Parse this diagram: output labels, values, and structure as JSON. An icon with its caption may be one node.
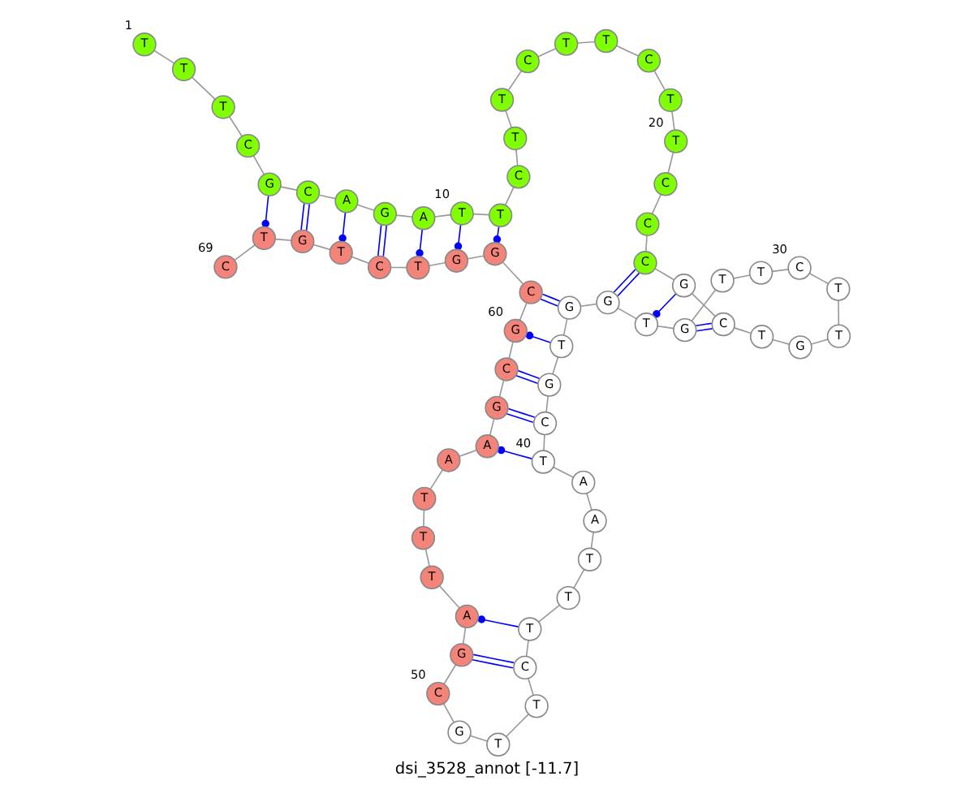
{
  "diagram": {
    "caption": "dsi_3528_annot [-11.7]",
    "nodes": [
      {
        "text": [
          "T"
        ],
        "beside": [
          "1"
        ]
      },
      {
        "text": [
          "T"
        ]
      },
      {
        "text": [
          "T"
        ]
      },
      {
        "text": [
          "C"
        ]
      },
      {
        "text": [
          "G"
        ]
      },
      {
        "text": [
          "C"
        ]
      },
      {
        "text": [
          "A"
        ]
      },
      {
        "text": [
          "G"
        ]
      },
      {
        "text": [
          "A"
        ]
      },
      {
        "text": [
          "T"
        ],
        "beside": [
          "10"
        ]
      },
      {
        "text": [
          "T"
        ]
      },
      {
        "text": [
          "C"
        ]
      },
      {
        "text": [
          "T"
        ]
      },
      {
        "text": [
          "T"
        ]
      },
      {
        "text": [
          "C"
        ]
      },
      {
        "text": [
          "T"
        ]
      },
      {
        "text": [
          "T"
        ]
      },
      {
        "text": [
          "C"
        ]
      },
      {
        "text": [
          "T"
        ]
      },
      {
        "text": [
          "T"
        ],
        "beside": [
          "20"
        ]
      },
      {
        "text": [
          "C"
        ]
      },
      {
        "text": [
          "C"
        ]
      },
      {
        "text": [
          "C"
        ]
      },
      {
        "text": [
          "G"
        ]
      },
      {
        "text": [
          "C"
        ]
      },
      {
        "text": [
          "T"
        ]
      },
      {
        "text": [
          "G"
        ]
      },
      {
        "text": [
          "T"
        ]
      },
      {
        "text": [
          "T"
        ]
      },
      {
        "text": [
          "C"
        ],
        "beside": [
          "30"
        ]
      },
      {
        "text": [
          "T"
        ]
      },
      {
        "text": [
          "T"
        ]
      },
      {
        "text": [
          "G"
        ]
      },
      {
        "text": [
          "T"
        ]
      },
      {
        "text": [
          "G"
        ]
      },
      {
        "text": [
          "G"
        ]
      },
      {
        "text": [
          "T"
        ]
      },
      {
        "text": [
          "G"
        ]
      },
      {
        "text": [
          "C"
        ]
      },
      {
        "text": [
          "T"
        ],
        "beside": [
          "40"
        ]
      },
      {
        "text": [
          "A"
        ]
      },
      {
        "text": [
          "A"
        ]
      },
      {
        "text": [
          "T"
        ]
      },
      {
        "text": [
          "T"
        ]
      },
      {
        "text": [
          "T"
        ]
      },
      {
        "text": [
          "C"
        ]
      },
      {
        "text": [
          "T"
        ]
      },
      {
        "text": [
          "T"
        ]
      },
      {
        "text": [
          "G"
        ]
      },
      {
        "text": [
          "C"
        ],
        "beside": [
          "50"
        ]
      },
      {
        "text": [
          "G"
        ]
      },
      {
        "text": [
          "A"
        ]
      },
      {
        "text": [
          "T"
        ]
      },
      {
        "text": [
          "T"
        ]
      },
      {
        "text": [
          "T"
        ]
      },
      {
        "text": [
          "A"
        ]
      },
      {
        "text": [
          "A"
        ]
      },
      {
        "text": [
          "G"
        ]
      },
      {
        "text": [
          "C"
        ]
      },
      {
        "text": [
          "G"
        ],
        "beside": [
          "60"
        ]
      },
      {
        "text": [
          "C"
        ]
      },
      {
        "text": [
          "G"
        ]
      },
      {
        "text": [
          "G"
        ]
      },
      {
        "text": [
          "T"
        ]
      },
      {
        "text": [
          "C"
        ]
      },
      {
        "text": [
          "T"
        ]
      },
      {
        "text": [
          "G"
        ]
      },
      {
        "text": [
          "T"
        ]
      },
      {
        "text": [
          "C"
        ],
        "beside": [
          "69"
        ]
      }
    ],
    "edges": [
      {
        "from": 0,
        "to": 1,
        "arrow": "none"
      },
      {
        "from": 1,
        "to": 2,
        "arrow": "none"
      },
      {
        "from": 2,
        "to": 3,
        "arrow": "none"
      },
      {
        "from": 3,
        "to": 4,
        "arrow": "none"
      },
      {
        "from": 4,
        "to": 5,
        "arrow": "none"
      },
      {
        "from": 5,
        "to": 6,
        "arrow": "none"
      },
      {
        "from": 6,
        "to": 7,
        "arrow": "none"
      },
      {
        "from": 7,
        "to": 8,
        "arrow": "none"
      },
      {
        "from": 8,
        "to": 9,
        "arrow": "none"
      },
      {
        "from": 9,
        "to": 10,
        "arrow": "none"
      },
      {
        "from": 10,
        "to": 11,
        "arrow": "none"
      },
      {
        "from": 11,
        "to": 12,
        "arrow": "none"
      },
      {
        "from": 12,
        "to": 13,
        "arrow": "none"
      },
      {
        "from": 13,
        "to": 14,
        "arrow": "none"
      },
      {
        "from": 14,
        "to": 15,
        "arrow": "none"
      },
      {
        "from": 15,
        "to": 16,
        "arrow": "none"
      },
      {
        "from": 16,
        "to": 17,
        "arrow": "none"
      },
      {
        "from": 17,
        "to": 18,
        "arrow": "none"
      },
      {
        "from": 18,
        "to": 19,
        "arrow": "none"
      },
      {
        "from": 19,
        "to": 20,
        "arrow": "none"
      },
      {
        "from": 20,
        "to": 21,
        "arrow": "none"
      },
      {
        "from": 21,
        "to": 22,
        "arrow": "none"
      },
      {
        "from": 22,
        "to": 23,
        "arrow": "none"
      },
      {
        "from": 23,
        "to": 24,
        "arrow": "none"
      },
      {
        "from": 24,
        "to": 25,
        "arrow": "none"
      },
      {
        "from": 25,
        "to": 26,
        "arrow": "none"
      },
      {
        "from": 26,
        "to": 27,
        "arrow": "none"
      },
      {
        "from": 27,
        "to": 28,
        "arrow": "none"
      },
      {
        "from": 28,
        "to": 29,
        "arrow": "none"
      },
      {
        "from": 29,
        "to": 30,
        "arrow": "none"
      },
      {
        "from": 30,
        "to": 31,
        "arrow": "none"
      },
      {
        "from": 31,
        "to": 32,
        "arrow": "none"
      },
      {
        "from": 32,
        "to": 33,
        "arrow": "none"
      },
      {
        "from": 33,
        "to": 34,
        "arrow": "none"
      },
      {
        "from": 34,
        "to": 35,
        "arrow": "none"
      },
      {
        "from": 35,
        "to": 36,
        "arrow": "none"
      },
      {
        "from": 36,
        "to": 37,
        "arrow": "none"
      },
      {
        "from": 37,
        "to": 38,
        "arrow": "none"
      },
      {
        "from": 38,
        "to": 39,
        "arrow": "none"
      },
      {
        "from": 39,
        "to": 40,
        "arrow": "none"
      },
      {
        "from": 40,
        "to": 41,
        "arrow": "none"
      },
      {
        "from": 41,
        "to": 42,
        "arrow": "none"
      },
      {
        "from": 42,
        "to": 43,
        "arrow": "none"
      },
      {
        "from": 43,
        "to": 44,
        "arrow": "none"
      },
      {
        "from": 44,
        "to": 45,
        "arrow": "none"
      },
      {
        "from": 45,
        "to": 46,
        "arrow": "none"
      },
      {
        "from": 46,
        "to": 47,
        "arrow": "none"
      },
      {
        "from": 47,
        "to": 48,
        "arrow": "none"
      },
      {
        "from": 48,
        "to": 49,
        "arrow": "none"
      },
      {
        "from": 49,
        "to": 50,
        "arrow": "none"
      },
      {
        "from": 50,
        "to": 51,
        "arrow": "none"
      },
      {
        "from": 51,
        "to": 52,
        "arrow": "none"
      },
      {
        "from": 52,
        "to": 53,
        "arrow": "none"
      },
      {
        "from": 53,
        "to": 54,
        "arrow": "none"
      },
      {
        "from": 54,
        "to": 55,
        "arrow": "none"
      },
      {
        "from": 55,
        "to": 56,
        "arrow": "none"
      },
      {
        "from": 56,
        "to": 57,
        "arrow": "none"
      },
      {
        "from": 57,
        "to": 58,
        "arrow": "none"
      },
      {
        "from": 58,
        "to": 59,
        "arrow": "none"
      },
      {
        "from": 59,
        "to": 60,
        "arrow": "none"
      },
      {
        "from": 60,
        "to": 61,
        "arrow": "none"
      },
      {
        "from": 61,
        "to": 62,
        "arrow": "none"
      },
      {
        "from": 62,
        "to": 63,
        "arrow": "none"
      },
      {
        "from": 63,
        "to": 64,
        "arrow": "none"
      },
      {
        "from": 64,
        "to": 65,
        "arrow": "none"
      },
      {
        "from": 65,
        "to": 66,
        "arrow": "none"
      },
      {
        "from": 66,
        "to": 67,
        "arrow": "none"
      },
      {
        "from": 67,
        "to": 68,
        "arrow": "none"
      },
      {
        "from": 10,
        "to": 61,
        "arrow": "other",
        "color": "#0000ff"
      },
      {
        "from": 9,
        "to": 62,
        "arrow": "other",
        "color": "#0000ff"
      },
      {
        "from": 8,
        "to": 63,
        "arrow": "other",
        "color": "#0000ff"
      },
      {
        "from": 7,
        "to": 64,
        "arrow": "none",
        "color": "#0000ff"
      },
      {
        "from": 6,
        "to": 65,
        "arrow": "other",
        "color": "#0000ff"
      },
      {
        "from": 5,
        "to": 66,
        "arrow": "none",
        "color": "#0000ff"
      },
      {
        "from": 4,
        "to": 67,
        "arrow": "other",
        "color": "#0000ff"
      },
      {
        "from": 22,
        "to": 34,
        "arrow": "none",
        "color": "#0000ff"
      },
      {
        "from": 23,
        "to": 33,
        "arrow": "other",
        "color": "#0000ff"
      },
      {
        "from": 24,
        "to": 32,
        "arrow": "none",
        "color": "#0000ff"
      },
      {
        "from": 35,
        "to": 60,
        "arrow": "none",
        "color": "#0000ff"
      },
      {
        "from": 36,
        "to": 59,
        "arrow": "other",
        "color": "#0000ff"
      },
      {
        "from": 37,
        "to": 58,
        "arrow": "none",
        "color": "#0000ff"
      },
      {
        "from": 38,
        "to": 57,
        "arrow": "none",
        "color": "#0000ff"
      },
      {
        "from": 39,
        "to": 56,
        "arrow": "other",
        "color": "#0000ff"
      },
      {
        "from": 44,
        "to": 51,
        "arrow": "other",
        "color": "#0000ff"
      },
      {
        "from": 45,
        "to": 50,
        "arrow": "none",
        "color": "#0000ff"
      }
    ]
  }
}
